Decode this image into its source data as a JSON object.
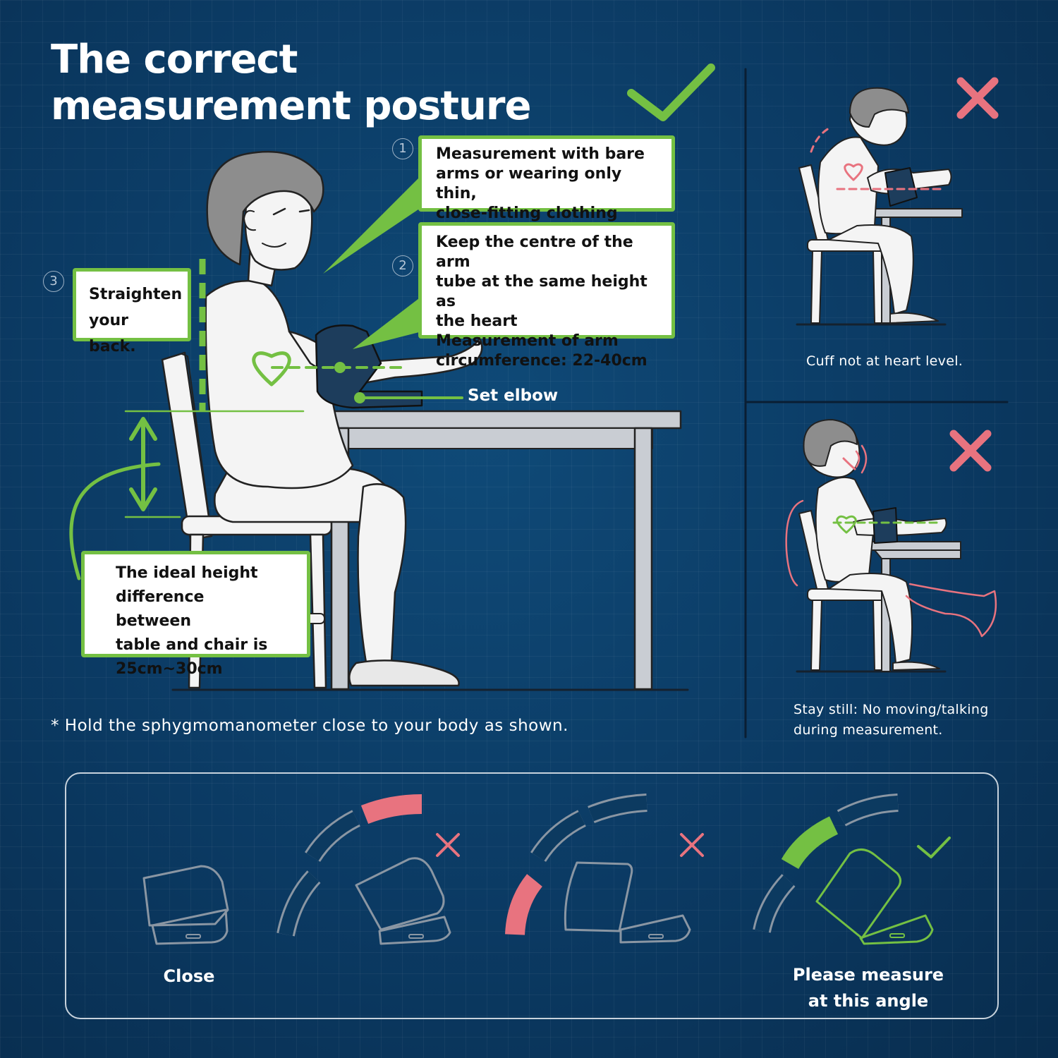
{
  "title": {
    "line1": "The correct",
    "line2": "measurement posture"
  },
  "colors": {
    "green": "#74c043",
    "pink": "#e8737f",
    "background": "#0b3a63",
    "line_gray": "#8a96a3"
  },
  "callouts": {
    "c1": {
      "number": "1",
      "lines": [
        "Measurement with bare",
        "arms or wearing only thin,",
        "close-fitting clothing"
      ]
    },
    "c2": {
      "number": "2",
      "lines": [
        "Keep the centre of the arm",
        "tube at the same height as",
        "the heart",
        "Measurement of arm",
        "circumference: 22-40cm"
      ]
    },
    "c3": {
      "number": "3",
      "lines": [
        "Straighten",
        "your back."
      ]
    },
    "c4": {
      "lines": [
        "The ideal height",
        "difference between",
        "table and chair is",
        "25cm~30cm"
      ]
    }
  },
  "set_elbow": "Set elbow",
  "note": "* Hold the sphygmomanometer close to your body as shown.",
  "wrong_cases": [
    {
      "caption_lines": [
        "Cuff not at heart level."
      ],
      "mark_icon": "cross-icon"
    },
    {
      "caption_lines": [
        "Stay still: No moving/talking",
        "during measurement."
      ],
      "mark_icon": "cross-icon"
    }
  ],
  "correct_mark_icon": "check-icon",
  "angles": {
    "close_label": "Close",
    "measure_label_lines": [
      "Please measure",
      "at this angle"
    ]
  }
}
